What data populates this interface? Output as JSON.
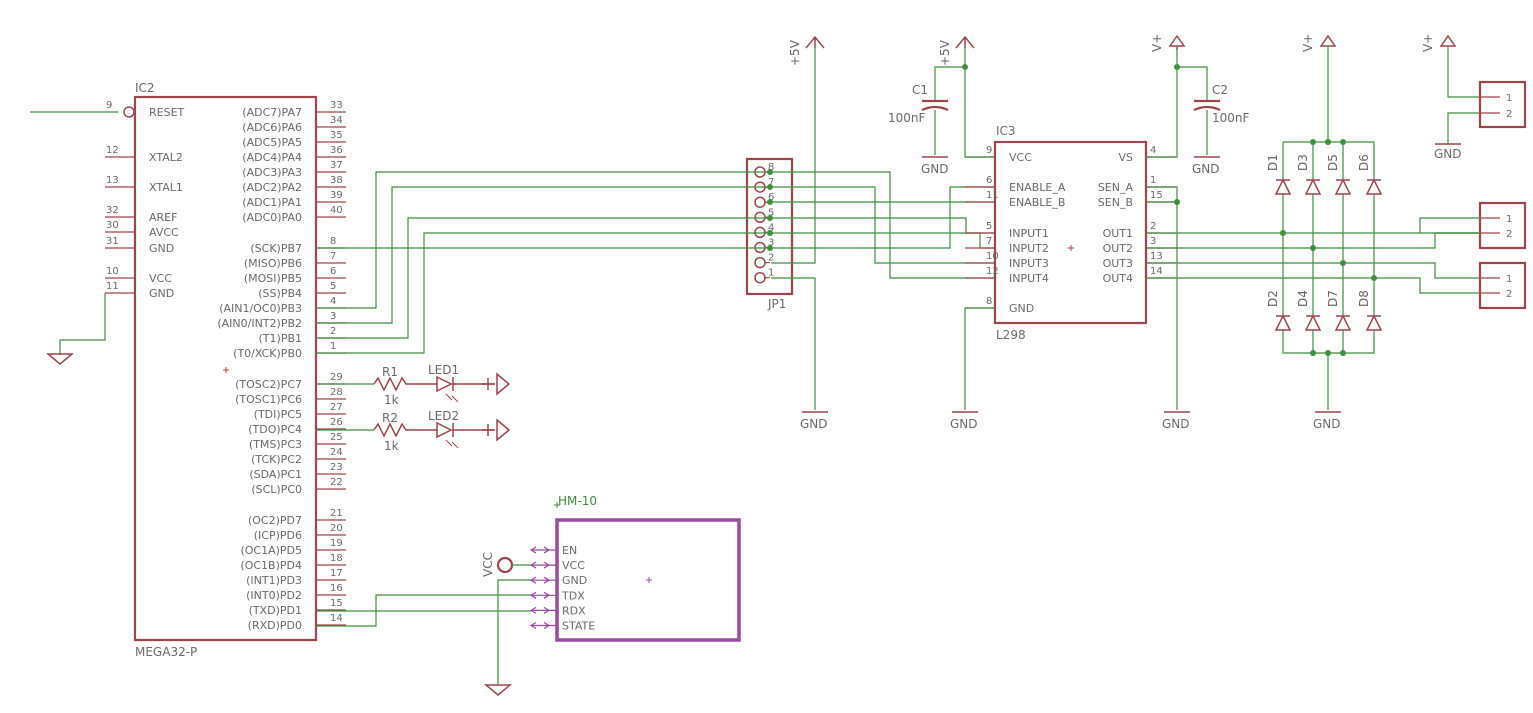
{
  "ic2": {
    "ref": "IC2",
    "value": "MEGA32-P",
    "left_pins": [
      {
        "num": "9",
        "name": "RESET"
      },
      {
        "num": "12",
        "name": "XTAL2"
      },
      {
        "num": "13",
        "name": "XTAL1"
      },
      {
        "num": "32",
        "name": "AREF"
      },
      {
        "num": "30",
        "name": "AVCC"
      },
      {
        "num": "31",
        "name": "GND"
      },
      {
        "num": "10",
        "name": "VCC"
      },
      {
        "num": "11",
        "name": "GND"
      }
    ],
    "right_pins": [
      {
        "num": "33",
        "name": "(ADC7)PA7"
      },
      {
        "num": "34",
        "name": "(ADC6)PA6"
      },
      {
        "num": "35",
        "name": "(ADC5)PA5"
      },
      {
        "num": "36",
        "name": "(ADC4)PA4"
      },
      {
        "num": "37",
        "name": "(ADC3)PA3"
      },
      {
        "num": "38",
        "name": "(ADC2)PA2"
      },
      {
        "num": "39",
        "name": "(ADC1)PA1"
      },
      {
        "num": "40",
        "name": "(ADC0)PA0"
      },
      {
        "num": "8",
        "name": "(SCK)PB7"
      },
      {
        "num": "7",
        "name": "(MISO)PB6"
      },
      {
        "num": "6",
        "name": "(MOSI)PB5"
      },
      {
        "num": "5",
        "name": "(SS)PB4"
      },
      {
        "num": "4",
        "name": "(AIN1/OC0)PB3"
      },
      {
        "num": "3",
        "name": "(AIN0/INT2)PB2"
      },
      {
        "num": "2",
        "name": "(T1)PB1"
      },
      {
        "num": "1",
        "name": "(T0/XCK)PB0"
      },
      {
        "num": "29",
        "name": "(TOSC2)PC7"
      },
      {
        "num": "28",
        "name": "(TOSC1)PC6"
      },
      {
        "num": "27",
        "name": "(TDI)PC5"
      },
      {
        "num": "26",
        "name": "(TDO)PC4"
      },
      {
        "num": "25",
        "name": "(TMS)PC3"
      },
      {
        "num": "24",
        "name": "(TCK)PC2"
      },
      {
        "num": "23",
        "name": "(SDA)PC1"
      },
      {
        "num": "22",
        "name": "(SCL)PC0"
      },
      {
        "num": "21",
        "name": "(OC2)PD7"
      },
      {
        "num": "20",
        "name": "(ICP)PD6"
      },
      {
        "num": "19",
        "name": "(OC1A)PD5"
      },
      {
        "num": "18",
        "name": "(OC1B)PD4"
      },
      {
        "num": "17",
        "name": "(INT1)PD3"
      },
      {
        "num": "16",
        "name": "(INT0)PD2"
      },
      {
        "num": "15",
        "name": "(TXD)PD1"
      },
      {
        "num": "14",
        "name": "(RXD)PD0"
      }
    ]
  },
  "jp1": {
    "ref": "JP1",
    "pins": [
      "8",
      "7",
      "6",
      "5",
      "4",
      "3",
      "2",
      "1"
    ]
  },
  "ic3": {
    "ref": "IC3",
    "value": "L298",
    "left_pins": [
      {
        "num": "9",
        "name": "VCC"
      },
      {
        "num": "6",
        "name": "ENABLE_A"
      },
      {
        "num": "11",
        "name": "ENABLE_B"
      },
      {
        "num": "5",
        "name": "INPUT1"
      },
      {
        "num": "7",
        "name": "INPUT2"
      },
      {
        "num": "10",
        "name": "INPUT3"
      },
      {
        "num": "12",
        "name": "INPUT4"
      },
      {
        "num": "8",
        "name": "GND"
      }
    ],
    "right_pins": [
      {
        "num": "4",
        "name": "VS"
      },
      {
        "num": "1",
        "name": "SEN_A"
      },
      {
        "num": "15",
        "name": "SEN_B"
      },
      {
        "num": "2",
        "name": "OUT1"
      },
      {
        "num": "3",
        "name": "OUT2"
      },
      {
        "num": "13",
        "name": "OUT3"
      },
      {
        "num": "14",
        "name": "OUT4"
      }
    ]
  },
  "c1": {
    "ref": "C1",
    "value": "100nF"
  },
  "c2": {
    "ref": "C2",
    "value": "100nF"
  },
  "r1": {
    "ref": "R1",
    "value": "1k"
  },
  "r2": {
    "ref": "R2",
    "value": "1k"
  },
  "led1": {
    "ref": "LED1"
  },
  "led2": {
    "ref": "LED2"
  },
  "diodes": [
    "D1",
    "D3",
    "D5",
    "D6",
    "D2",
    "D4",
    "D7",
    "D8"
  ],
  "hm10": {
    "ref": "HM-10",
    "pins": [
      "EN",
      "VCC",
      "GND",
      "TDX",
      "RDX",
      "STATE"
    ]
  },
  "supplies": {
    "p5v": "+5V",
    "vplus": "V+",
    "gnd": "GND",
    "vcc": "VCC"
  },
  "terminals": {
    "pin1": "1",
    "pin2": "2"
  },
  "colors": {
    "symbol": "#a0454b",
    "wire": "#3f8f3f",
    "module": "#9a4aa0",
    "text": "#6a6a6a"
  }
}
